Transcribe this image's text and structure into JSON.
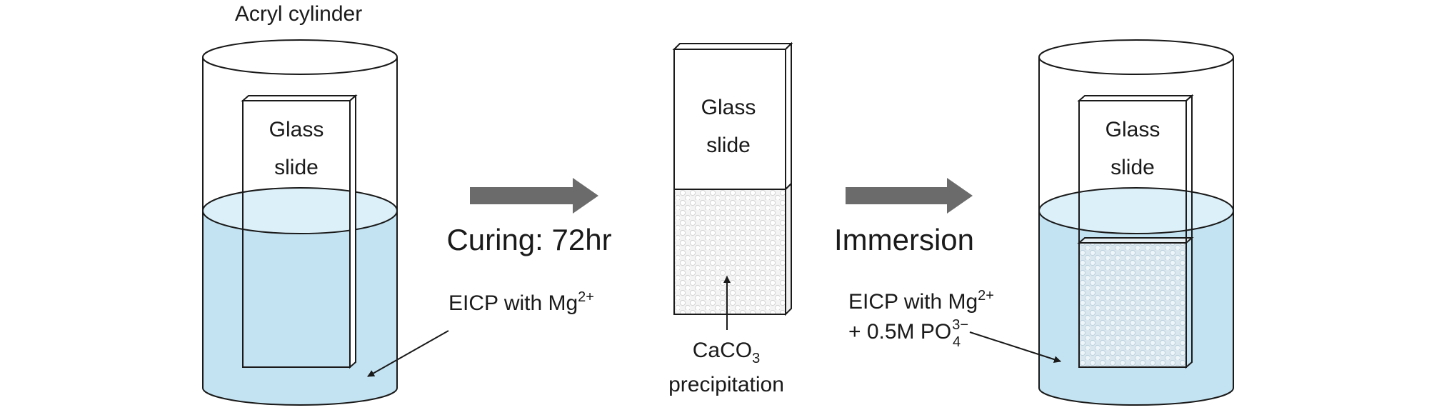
{
  "left_cylinder": {
    "caption": "Acryl cylinder",
    "slide_line1": "Glass",
    "slide_line2": "slide",
    "solution": "EICP with Mg",
    "solution_sup": "2+"
  },
  "arrow1": {
    "label": "Curing: 72hr"
  },
  "middle_slide": {
    "slide_line1": "Glass",
    "slide_line2": "slide",
    "precip_main": "CaCO",
    "precip_sub": "3",
    "precip_line2": "precipitation"
  },
  "arrow2": {
    "label": "Immersion"
  },
  "right_cylinder": {
    "slide_line1": "Glass",
    "slide_line2": "slide",
    "solution": "EICP with Mg",
    "solution_sup": "2+",
    "solution2": "+ 0.5M PO",
    "solution2_sup": "3−",
    "solution2_sub": "4"
  },
  "colors": {
    "liquid_body": "#c3e3f2",
    "liquid_surface": "#dcf0f9",
    "arrow": "#6b6b6b",
    "outline": "#1a1a1a"
  }
}
